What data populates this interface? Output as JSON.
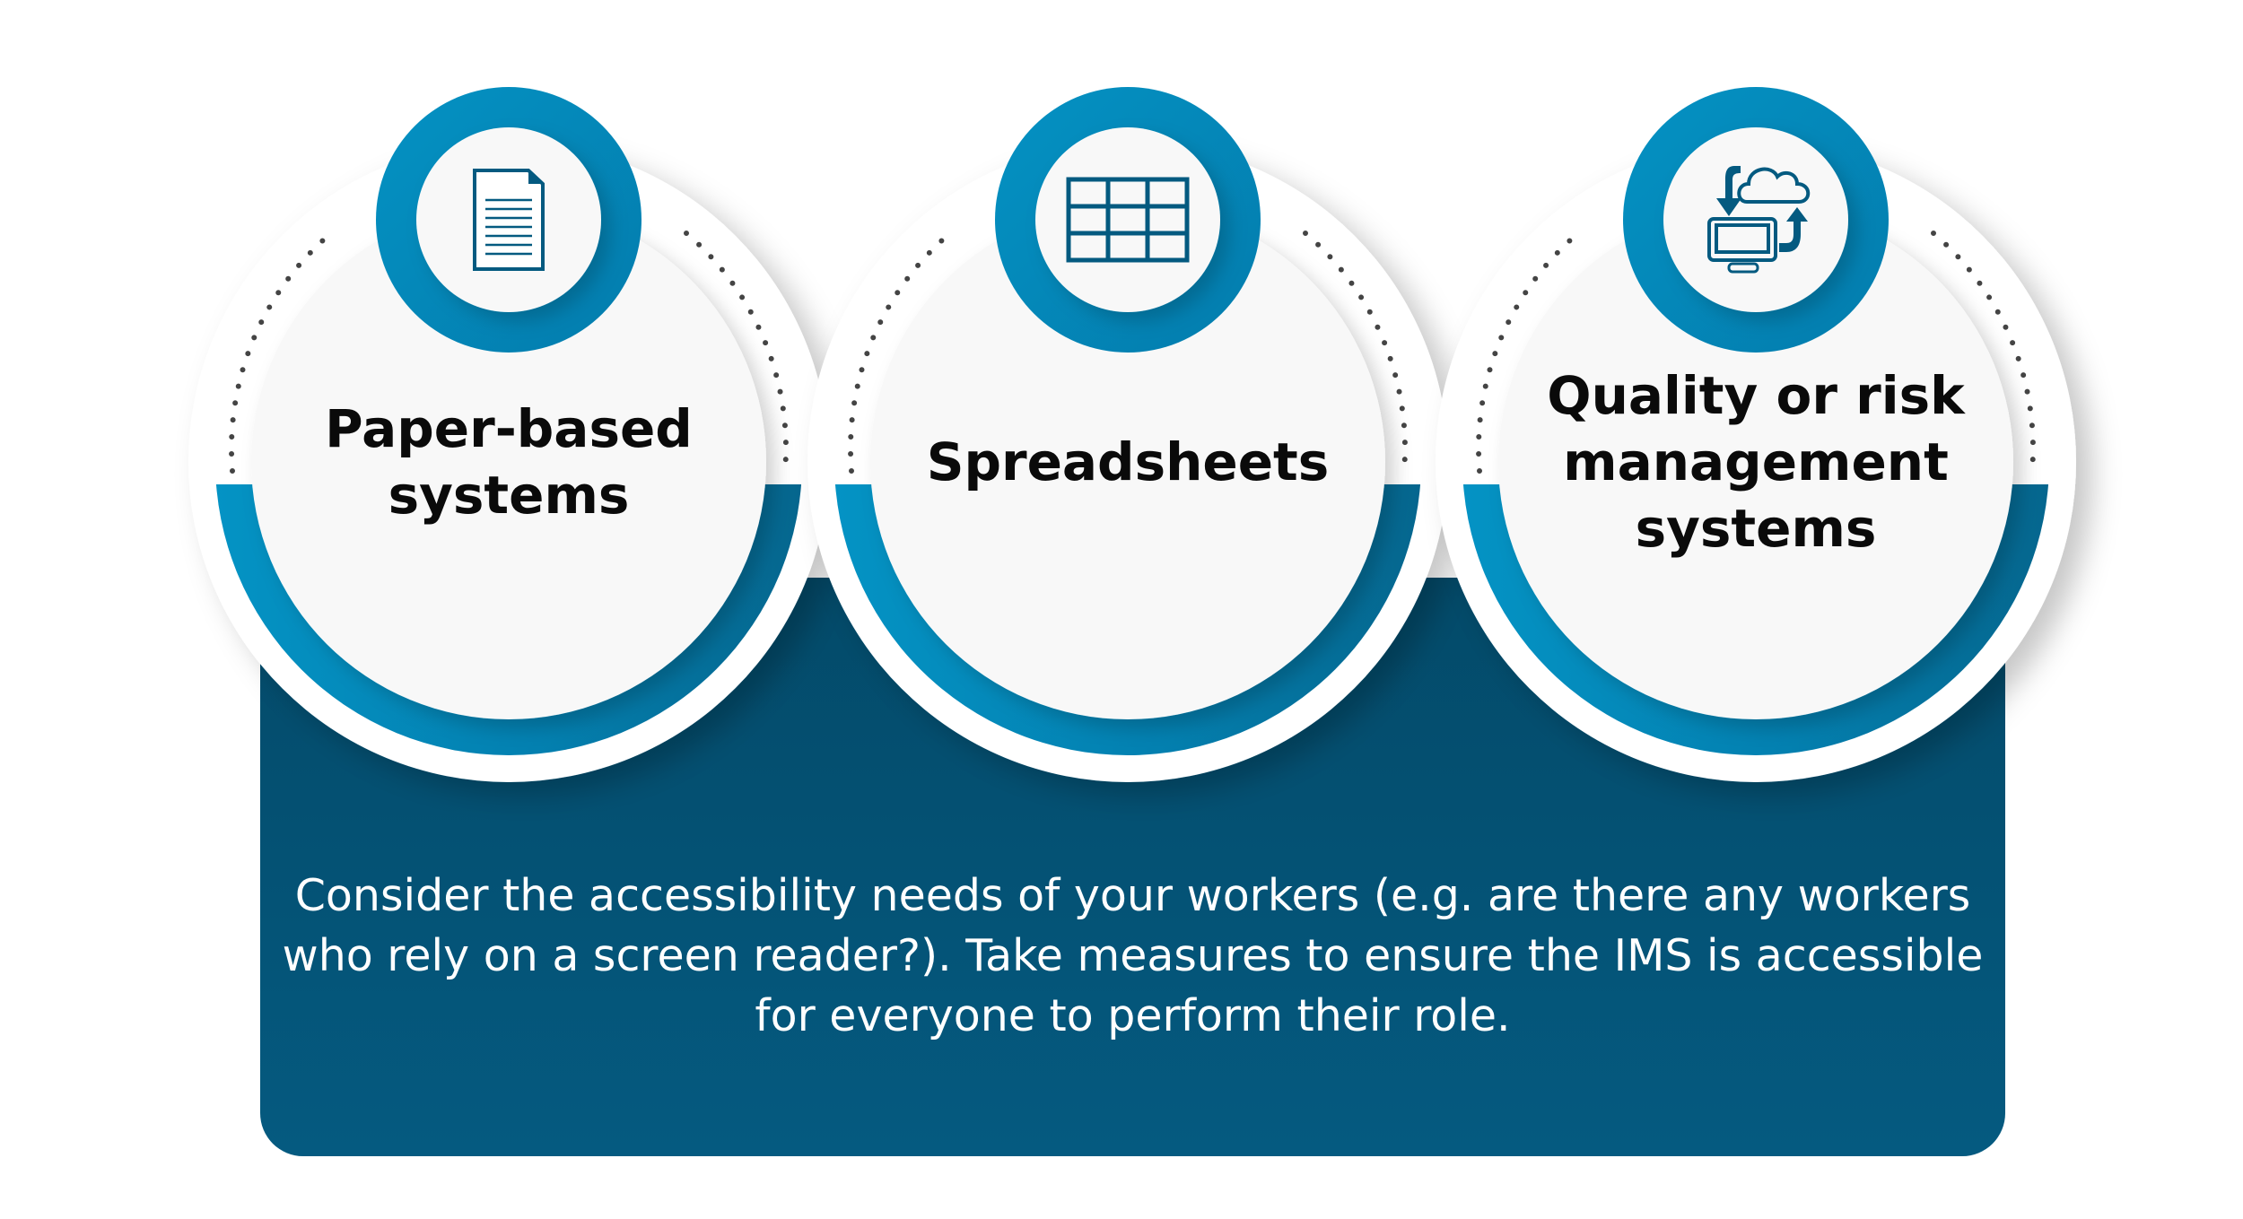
{
  "items": [
    {
      "title_lines": [
        "Paper-based",
        "systems"
      ],
      "icon": "document-icon"
    },
    {
      "title_lines": [
        "Spreadsheets"
      ],
      "icon": "spreadsheet-grid-icon"
    },
    {
      "title_lines": [
        "Quality or risk",
        "management",
        "systems"
      ],
      "icon": "computer-cloud-sync-icon"
    }
  ],
  "note": "Consider the accessibility needs of your workers (e.g. are there any workers who rely on a screen reader?). Take measures to ensure the IMS is accessible for everyone to perform their role.",
  "colors": {
    "ring_blue": "#0390c1",
    "ring_dark": "#05668f",
    "panel": "#04567a",
    "icon": "#045a80",
    "circle_fill": "#f8f8f8"
  }
}
